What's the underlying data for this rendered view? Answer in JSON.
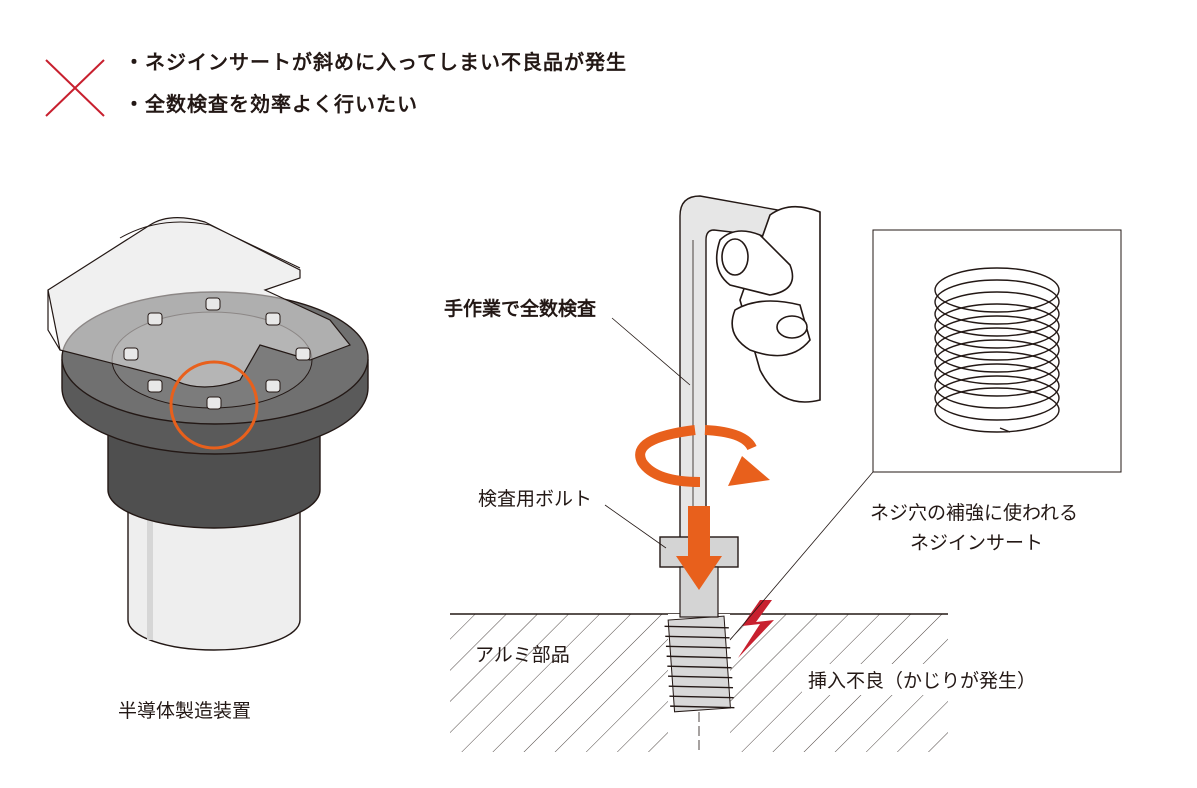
{
  "header": {
    "bullets": [
      "・ネジインサートが斜めに入ってしまい不良品が発生",
      "・全数検査を効率よく行いたい"
    ]
  },
  "left_figure": {
    "caption": "半導体製造装置"
  },
  "right_figure": {
    "label_manual_inspection": "手作業で全数検査",
    "label_inspection_bolt": "検査用ボルト",
    "label_aluminum_part": "アルミ部品",
    "label_insert_failure": "挿入不良（かじりが発生）",
    "label_insert_desc_line1": "ネジ穴の補強に使われる",
    "label_insert_desc_line2": "ネジインサート"
  },
  "colors": {
    "accent_orange": "#E8601C",
    "cross_red": "#C8202F",
    "body_gray": "#6E6E6E",
    "dark_gray": "#4A4A4A",
    "text": "#231815"
  },
  "icons": {
    "cross": "x-mark-icon",
    "rotation": "rotation-arrow-icon",
    "down_arrow": "down-arrow-icon",
    "lightning": "lightning-icon"
  }
}
